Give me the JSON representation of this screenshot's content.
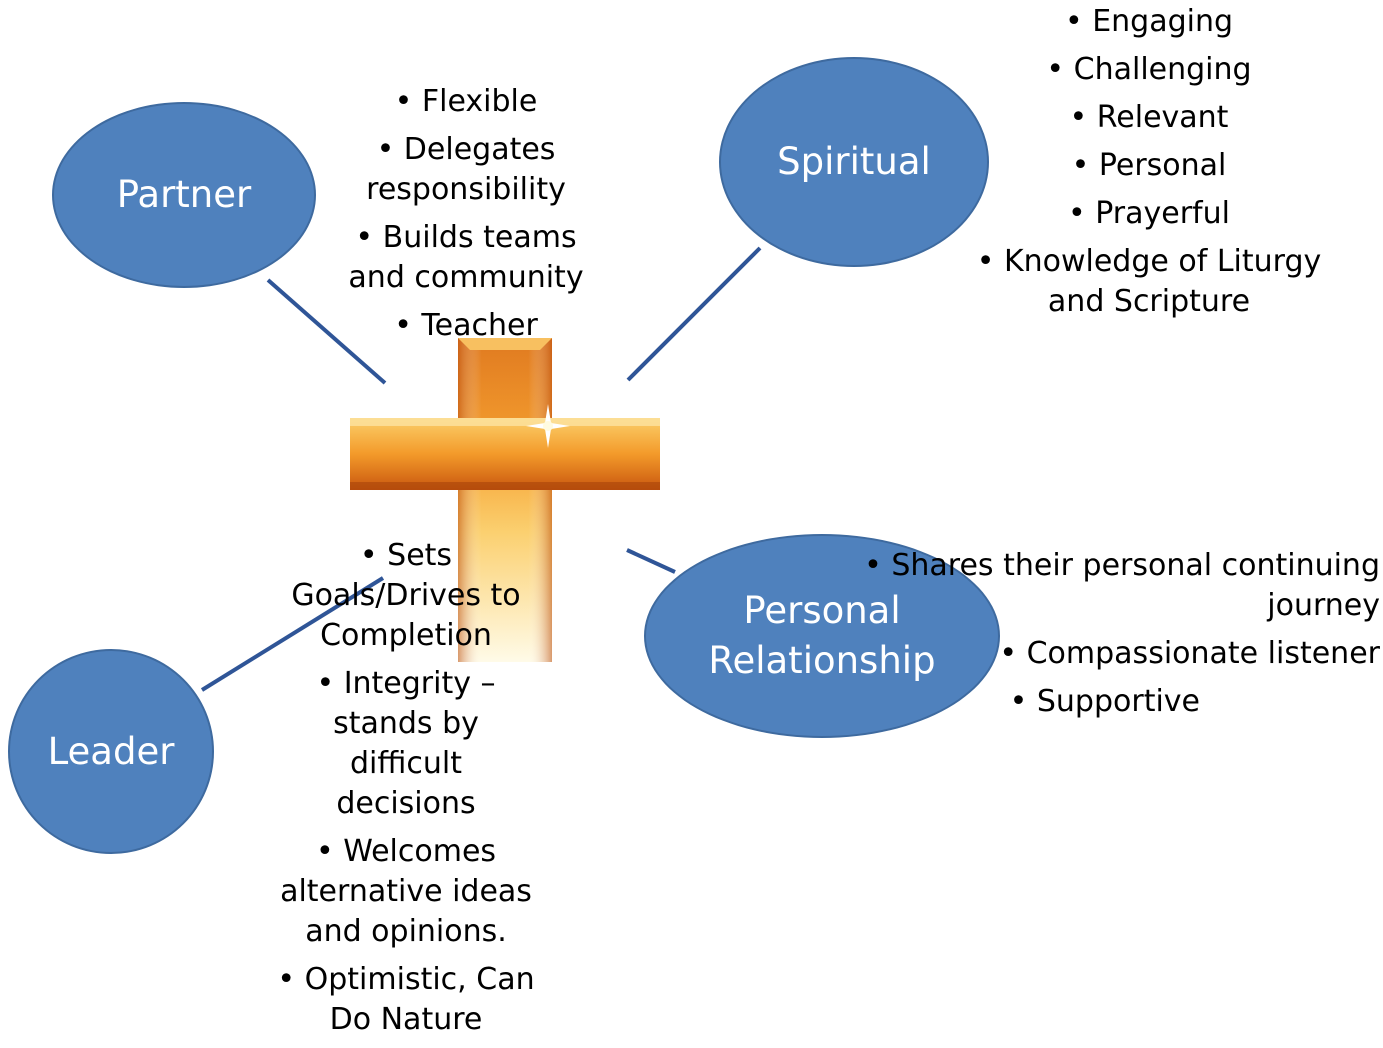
{
  "nodes": {
    "partner": {
      "label": "Partner"
    },
    "spiritual": {
      "label": "Spiritual"
    },
    "personal_relationship": {
      "label_line1": "Personal",
      "label_line2": "Relationship"
    },
    "leader": {
      "label": "Leader"
    }
  },
  "partner_bullets": [
    "Flexible",
    "Delegates responsibility",
    "Builds teams and community",
    "Teacher"
  ],
  "spiritual_bullets": [
    "Engaging",
    "Challenging",
    "Relevant",
    "Personal",
    "Prayerful",
    "Knowledge of Liturgy and Scripture"
  ],
  "leader_bullets": [
    "Sets Goals/Drives to Completion",
    "Integrity – stands by difficult decisions",
    "Welcomes alternative ideas and opinions.",
    "Optimistic, Can Do Nature"
  ],
  "relationship_bullets": [
    "Shares their personal continuing journey",
    "Compassionate listener",
    "Supportive"
  ],
  "colors": {
    "node_fill": "#4f81bd",
    "connector": "#2f5597",
    "cross_gold": "#f5b040",
    "cross_orange": "#d85f10"
  }
}
